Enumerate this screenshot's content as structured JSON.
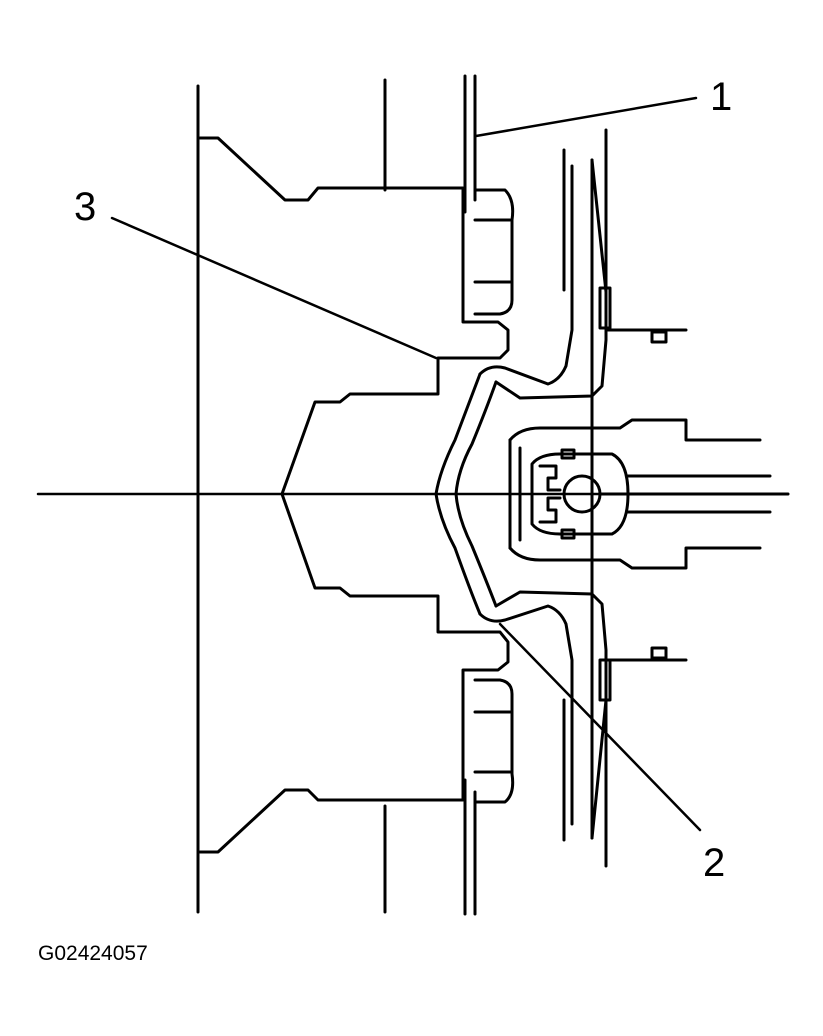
{
  "callouts": [
    {
      "id": "callout-1",
      "label": "1"
    },
    {
      "id": "callout-2",
      "label": "2"
    },
    {
      "id": "callout-3",
      "label": "3"
    }
  ],
  "figure_id": "G02424057"
}
